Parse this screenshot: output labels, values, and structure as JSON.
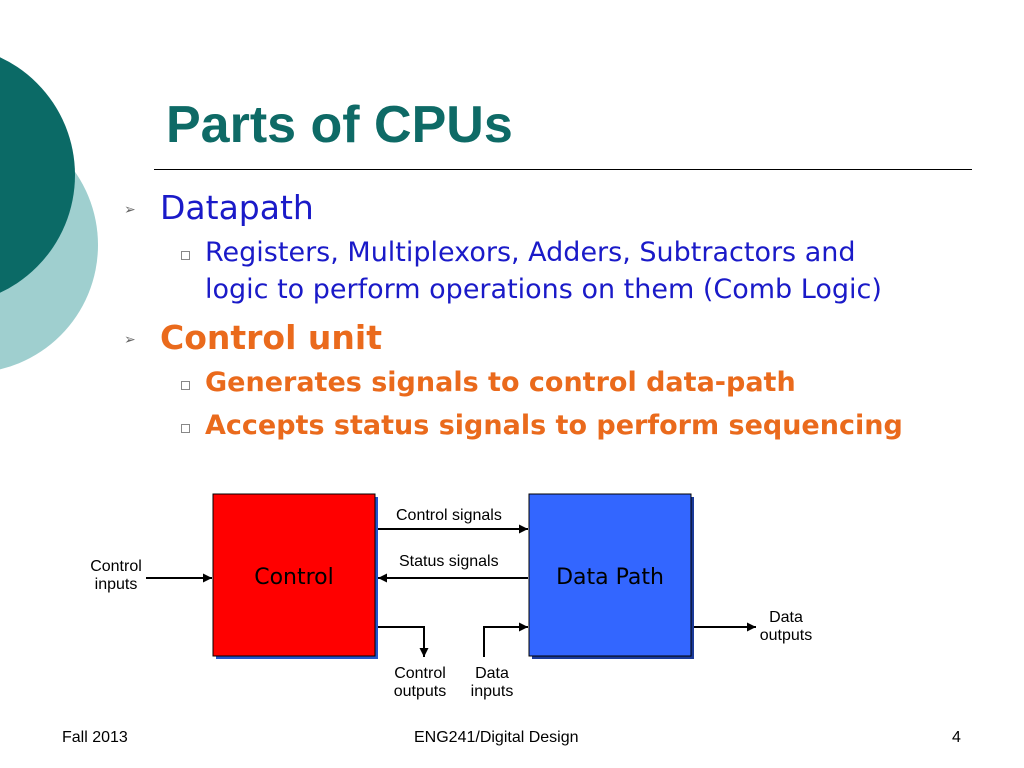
{
  "slide": {
    "title": "Parts of CPUs",
    "bullets": [
      {
        "text": "Datapath",
        "sub": [
          "Registers, Multiplexors, Adders, Subtractors and",
          "logic to perform operations on them (Comb Logic)"
        ]
      },
      {
        "text": "Control unit",
        "sub": [
          "Generates signals to control data-path",
          "Accepts status signals to perform sequencing"
        ]
      }
    ]
  },
  "diagram": {
    "control_box": "Control",
    "datapath_box": "Data Path",
    "control_signals": "Control signals",
    "status_signals": "Status signals",
    "control_inputs": [
      "Control",
      "inputs"
    ],
    "control_outputs": [
      "Control",
      "outputs"
    ],
    "data_inputs": [
      "Data",
      "inputs"
    ],
    "data_outputs": [
      "Data",
      "outputs"
    ]
  },
  "footer": {
    "left": "Fall 2013",
    "center": "ENG241/Digital Design",
    "page": "4"
  },
  "colors": {
    "title": "#0e6a66",
    "circle_dark": "#0b6a66",
    "circle_light": "#9fcfcf",
    "level1_blue": "#1a1ac8",
    "highlight_orange": "#ea6a1c",
    "control_box": "#ff0000",
    "datapath_box": "#3366ff"
  }
}
